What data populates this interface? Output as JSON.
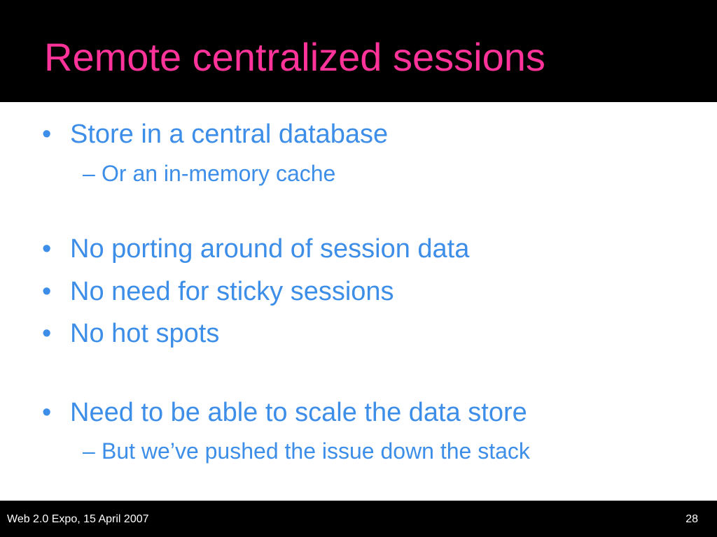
{
  "slide": {
    "title": "Remote centralized sessions",
    "colors": {
      "title": "#ff3399",
      "body_text": "#3d8ee8",
      "header_background": "#000000",
      "footer_background": "#000000",
      "footer_text": "#ffffff",
      "content_background": "#ffffff"
    },
    "bullet_glyph": "•",
    "subbullet_glyph": "–",
    "items": [
      {
        "text": "Store in a central database"
      },
      {
        "text": "Or an in-memory cache"
      },
      {
        "text": "No porting around of session data"
      },
      {
        "text": "No need for sticky sessions"
      },
      {
        "text": "No hot spots"
      },
      {
        "text": "Need to be able to scale the data store"
      },
      {
        "text": "But we’ve pushed the issue down the stack"
      }
    ]
  },
  "footer": {
    "event": "Web 2.0 Expo, 15 April 2007",
    "page_number": "28"
  }
}
